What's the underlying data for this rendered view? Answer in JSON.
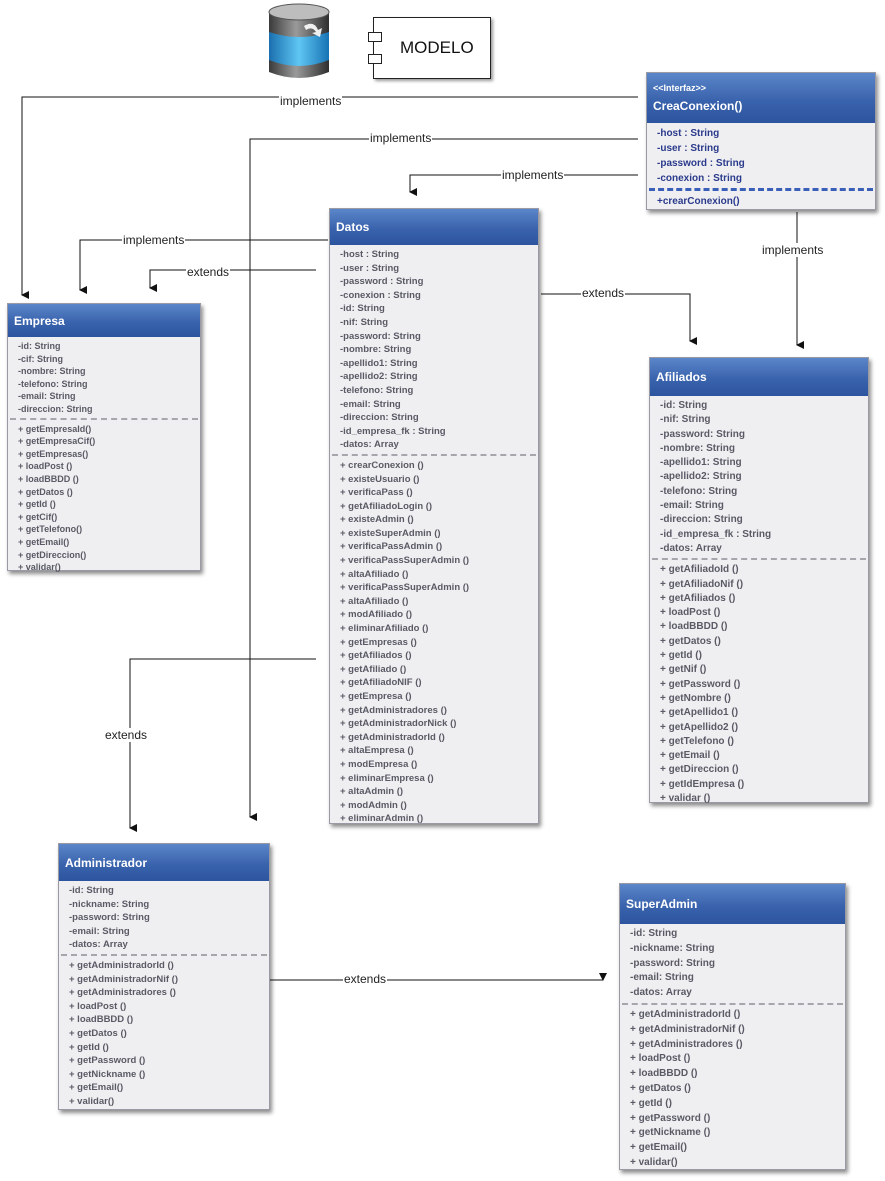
{
  "header": {
    "component_label": "MODELO",
    "db_icon": "database-icon"
  },
  "labels": {
    "implements_1": "implements",
    "implements_2": "implements",
    "implements_3": "implements",
    "implements_4": "implements",
    "implements_5": "implements",
    "extends_1": "extends",
    "extends_2": "extends",
    "extends_3": "extends",
    "extends_4": "extends"
  },
  "interface": {
    "stereotype": "<<Interfaz>>",
    "name": "CreaConexion()",
    "attributes": [
      "-host : String",
      "-user : String",
      "-password : String",
      "-conexion : String"
    ],
    "methods": [
      "+crearConexion()"
    ]
  },
  "classes": {
    "empresa": {
      "name": "Empresa",
      "attributes": [
        "-id: String",
        "-cif: String",
        "-nombre: String",
        "-telefono: String",
        "-email: String",
        "-direccion: String"
      ],
      "methods": [
        "+ getEmpresaId()",
        "+ getEmpresaCif()",
        "+ getEmpresas()",
        "+ loadPost ()",
        "+ loadBBDD ()",
        "+ getDatos ()",
        "+ getId ()",
        "+ getCif()",
        "+ getTelefono()",
        "+ getEmail()",
        "+ getDireccion()",
        "+ validar()"
      ]
    },
    "datos": {
      "name": "Datos",
      "attributes": [
        "-host : String",
        "-user : String",
        "-password : String",
        "-conexion : String",
        "-id: String",
        "-nif: String",
        "-password: String",
        "-nombre: String",
        "-apellido1: String",
        "-apellido2: String",
        "-telefono: String",
        "-email: String",
        "-direccion: String",
        "-id_empresa_fk : String",
        "-datos: Array"
      ],
      "methods": [
        "+ crearConexion ()",
        "+ existeUsuario ()",
        "+ verificaPass ()",
        "+ getAfiliadoLogin ()",
        "+ existeAdmin ()",
        "+ existeSuperAdmin ()",
        "+ verificaPassAdmin ()",
        "+ verificaPassSuperAdmin ()",
        "+ altaAfiliado ()",
        "+ verificaPassSuperAdmin ()",
        "+ altaAfiliado ()",
        "+ modAfiliado ()",
        "+ eliminarAfiliado ()",
        "+ getEmpresas ()",
        "+ getAfiliados ()",
        "+ getAfiliado ()",
        "+ getAfiliadoNIF ()",
        "+ getEmpresa ()",
        "+ getAdministradores ()",
        "+ getAdministradorNick ()",
        "+ getAdministradorId ()",
        "+ altaEmpresa ()",
        "+ modEmpresa ()",
        "+ eliminarEmpresa ()",
        "+ altaAdmin ()",
        "+ modAdmin ()",
        "+ eliminarAdmin ()"
      ]
    },
    "afiliados": {
      "name": "Afiliados",
      "attributes": [
        "-id: String",
        "-nif: String",
        "-password: String",
        "-nombre: String",
        "-apellido1: String",
        "-apellido2: String",
        "-telefono: String",
        "-email: String",
        "-direccion: String",
        "-id_empresa_fk : String",
        "-datos: Array"
      ],
      "methods": [
        "+ getAfiliadoId ()",
        "+ getAfiliadoNif ()",
        "+ getAfiliados ()",
        "+ loadPost ()",
        "+ loadBBDD ()",
        "+ getDatos ()",
        "+ getId ()",
        "+ getNif ()",
        "+ getPassword ()",
        "+ getNombre ()",
        "+ getApellido1 ()",
        "+ getApellido2 ()",
        "+ getTelefono ()",
        "+ getEmail ()",
        "+ getDireccion ()",
        "+ getIdEmpresa ()",
        "+ validar ()"
      ]
    },
    "administrador": {
      "name": "Administrador",
      "attributes": [
        "-id: String",
        "-nickname: String",
        "-password: String",
        "-email: String",
        "-datos: Array"
      ],
      "methods": [
        "+ getAdministradorId ()",
        "+ getAdministradorNif ()",
        "+ getAdministradores ()",
        "+ loadPost ()",
        "+ loadBBDD ()",
        "+ getDatos ()",
        "+ getId ()",
        "+ getPassword ()",
        "+ getNickname ()",
        "+ getEmail()",
        "+ validar()"
      ]
    },
    "superadmin": {
      "name": "SuperAdmin",
      "attributes": [
        "-id: String",
        "-nickname: String",
        "-password: String",
        "-email: String",
        "-datos: Array"
      ],
      "methods": [
        "+ getAdministradorId ()",
        "+ getAdministradorNif ()",
        "+ getAdministradores ()",
        "+ loadPost ()",
        "+ loadBBDD ()",
        "+ getDatos ()",
        "+ getId ()",
        "+ getPassword ()",
        "+ getNickname ()",
        "+ getEmail()",
        "+ validar()"
      ]
    }
  }
}
